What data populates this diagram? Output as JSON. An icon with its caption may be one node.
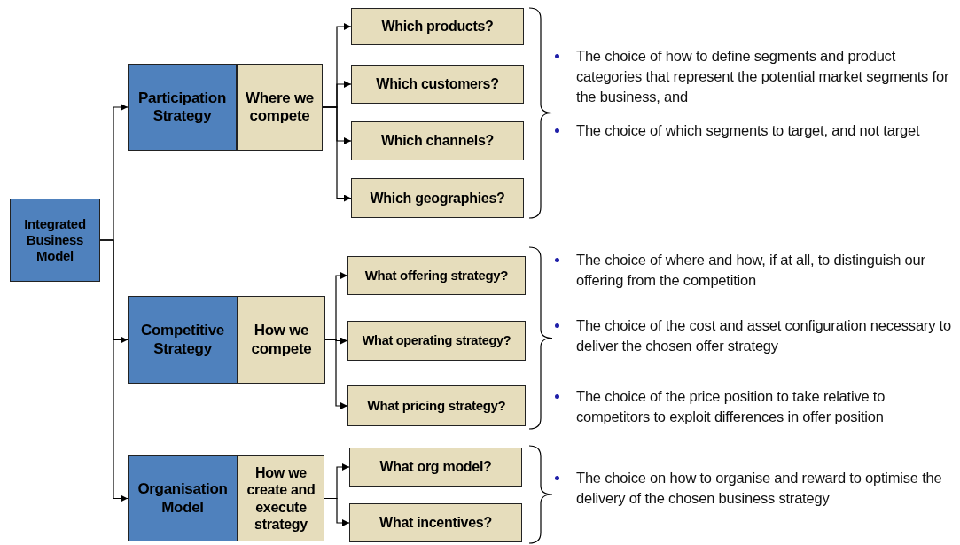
{
  "diagram": {
    "nodes": [
      {
        "text": [
          "Integrated Business Model"
        ]
      },
      {
        "text": [
          "Participation Strategy"
        ]
      },
      {
        "text": [
          "Where we compete"
        ]
      },
      {
        "text": [
          "Which products?"
        ]
      },
      {
        "text": [
          "Which customers?"
        ]
      },
      {
        "text": [
          "Which channels?"
        ]
      },
      {
        "text": [
          "Which geographies?"
        ]
      },
      {
        "text": [
          "Competitive Strategy"
        ]
      },
      {
        "text": [
          "How we compete"
        ]
      },
      {
        "text": [
          "What offering strategy?"
        ]
      },
      {
        "text": [
          "What operating strategy?"
        ]
      },
      {
        "text": [
          "What pricing strategy?"
        ]
      },
      {
        "text": [
          "Organisation Model"
        ]
      },
      {
        "text": [
          "How we create and execute strategy"
        ]
      },
      {
        "text": [
          "What org model?"
        ]
      },
      {
        "text": [
          "What incentives?"
        ]
      }
    ],
    "edges": [
      {
        "from": 0,
        "to": 1,
        "arrow": "to"
      },
      {
        "from": 0,
        "to": 7,
        "arrow": "to"
      },
      {
        "from": 0,
        "to": 12,
        "arrow": "to"
      },
      {
        "from": 2,
        "to": 3,
        "arrow": "to"
      },
      {
        "from": 2,
        "to": 4,
        "arrow": "to"
      },
      {
        "from": 2,
        "to": 5,
        "arrow": "to"
      },
      {
        "from": 2,
        "to": 6,
        "arrow": "to"
      },
      {
        "from": 8,
        "to": 9,
        "arrow": "to"
      },
      {
        "from": 8,
        "to": 10,
        "arrow": "to"
      },
      {
        "from": 8,
        "to": 11,
        "arrow": "to"
      },
      {
        "from": 13,
        "to": 14,
        "arrow": "to"
      },
      {
        "from": 13,
        "to": 15,
        "arrow": "to"
      }
    ],
    "labels": [
      "The choice of how to define segments and product categories that represent the potential market segments for the business, and",
      "The choice of which segments to target, and not target",
      "The choice of where and how, if at all, to distinguish our offering from the competition",
      "The choice of the cost and asset configuration necessary to deliver the chosen offer strategy",
      "The choice of the price position to take relative to competitors to exploit differences in offer position",
      "The choice on how to organise and reward to optimise the delivery of the chosen business strategy"
    ]
  }
}
